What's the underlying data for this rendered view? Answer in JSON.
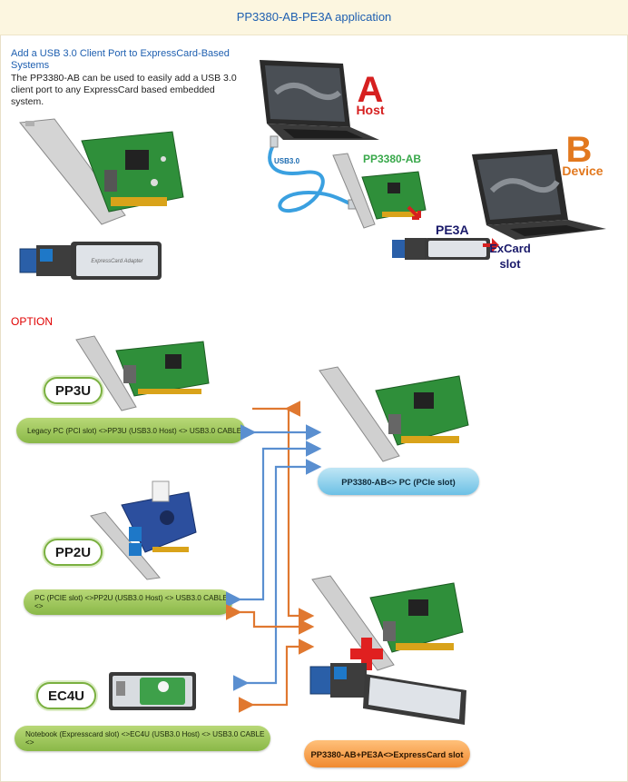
{
  "header": {
    "title": "PP3380-AB-PE3A application"
  },
  "intro": {
    "title": "Add a USB 3.0 Client Port to ExpressCard-Based Systems",
    "body": "The PP3380-AB can be used to easily add a USB 3.0 client port to any ExpressCard based embedded system."
  },
  "diagram": {
    "host_letter": "A",
    "host_label": "Host",
    "device_letter": "B",
    "device_label": "Device",
    "cable_label": "USB3.0",
    "card_label": "PP3380-AB",
    "adapter_label": "PE3A",
    "excard_label_1": "ExCard",
    "excard_label_2": "slot",
    "adapter_card_text": "ExpressCard Adapter"
  },
  "option": {
    "label": "OPTION"
  },
  "products": [
    {
      "name": "PP3U",
      "caption": "Legacy PC (PCI slot) <>PP3U (USB3.0 Host) <> USB3.0 CABLE"
    },
    {
      "name": "PP2U",
      "caption": "PC (PCIE slot) <>PP2U (USB3.0 Host) <> USB3.0 CABLE <>"
    },
    {
      "name": "EC4U",
      "caption": "Notebook (Expresscard slot) <>EC4U (USB3.0 Host) <> USB3.0 CABLE <>"
    }
  ],
  "targets": [
    {
      "caption": "PP3380-AB<> PC (PCIe slot)"
    },
    {
      "caption": "PP3380-AB+PE3A<>ExpressCard slot"
    }
  ],
  "colors": {
    "header_bg": "#fcf6e0",
    "title_blue": "#1e5fb0",
    "option_red": "#e00000",
    "arrow_orange": "#e07830",
    "arrow_blue": "#5a8fd0",
    "pcb_green": "#2f8f3a"
  }
}
